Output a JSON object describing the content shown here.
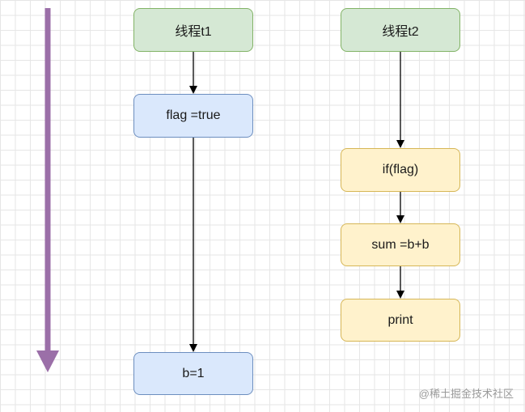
{
  "thread1": {
    "title": "线程t1",
    "steps": [
      "flag =true",
      "b=1"
    ]
  },
  "thread2": {
    "title": "线程t2",
    "steps": [
      "if(flag)",
      "sum =b+b",
      "print"
    ]
  },
  "timeline_arrow": {
    "color": "#9b6fa8",
    "icon": "timeline-arrow-icon"
  },
  "colors": {
    "thread_header_fill": "#d5e8d4",
    "thread_header_stroke": "#82b366",
    "t1_step_fill": "#dae8fc",
    "t1_step_stroke": "#6c8ebf",
    "t2_step_fill": "#fff2cc",
    "t2_step_stroke": "#d6b656"
  },
  "watermark": "@稀土掘金技术社区"
}
